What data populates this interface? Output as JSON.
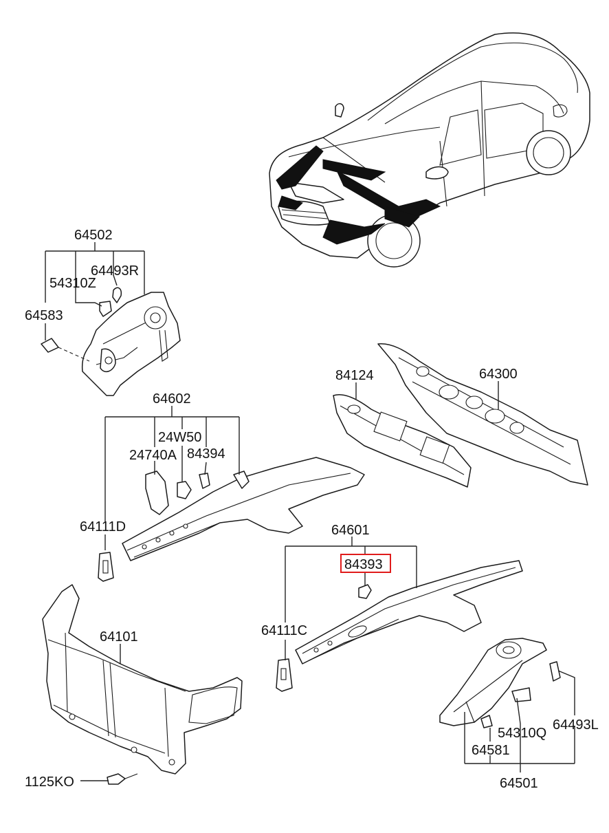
{
  "diagram": {
    "highlight_color": "#e01b1b",
    "highlighted_part": "84393",
    "callouts": [
      {
        "id": "64502",
        "text": "64502"
      },
      {
        "id": "54310Z",
        "text": "54310Z"
      },
      {
        "id": "64493R",
        "text": "64493R"
      },
      {
        "id": "64583",
        "text": "64583"
      },
      {
        "id": "84124",
        "text": "84124"
      },
      {
        "id": "64300",
        "text": "64300"
      },
      {
        "id": "64602",
        "text": "64602"
      },
      {
        "id": "24W50",
        "text": "24W50"
      },
      {
        "id": "24740A",
        "text": "24740A"
      },
      {
        "id": "84394",
        "text": "84394"
      },
      {
        "id": "64111D",
        "text": "64111D"
      },
      {
        "id": "64601",
        "text": "64601"
      },
      {
        "id": "84393",
        "text": "84393"
      },
      {
        "id": "64111C",
        "text": "64111C"
      },
      {
        "id": "64101",
        "text": "64101"
      },
      {
        "id": "54310Q",
        "text": "54310Q"
      },
      {
        "id": "64493L",
        "text": "64493L"
      },
      {
        "id": "64581",
        "text": "64581"
      },
      {
        "id": "64501",
        "text": "64501"
      },
      {
        "id": "1125KO",
        "text": "1125KO"
      }
    ]
  }
}
